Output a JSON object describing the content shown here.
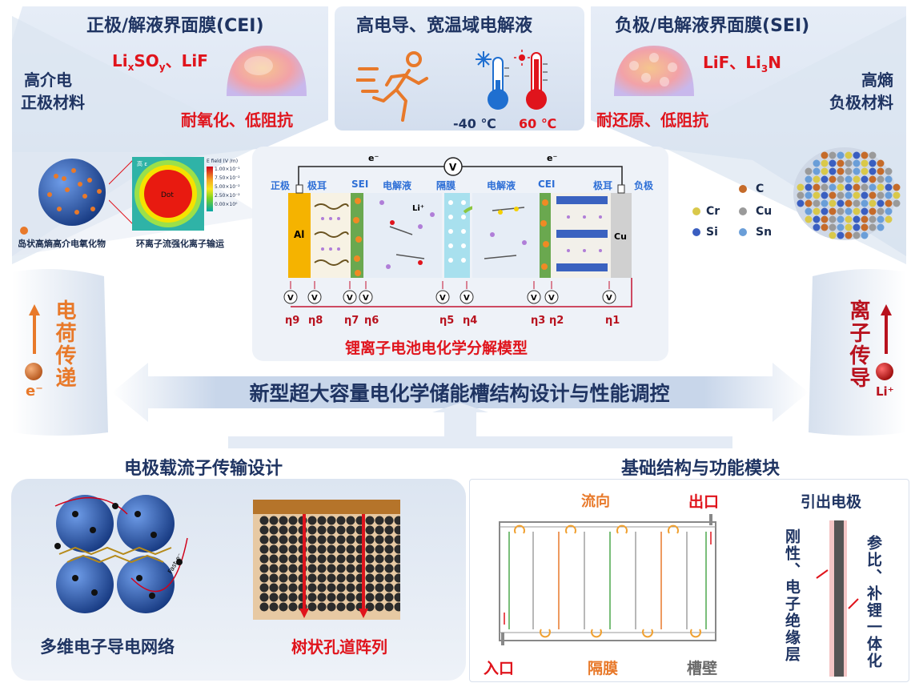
{
  "top": {
    "cei_title": "正极/解液界面膜(CEI)",
    "cei_formula_li": "Li",
    "cei_formula_x": "x",
    "cei_formula_so": "SO",
    "cei_formula_y": "y",
    "cei_formula_rest": "、LiF",
    "cei_prop": "耐氧化、低阻抗",
    "electrolyte_title": "高电导、宽温域电解液",
    "temp_low": "-40 ℃",
    "temp_high": "60 ℃",
    "sei_title": "负极/电解液界面膜(SEI)",
    "sei_formula_a": "LiF、Li",
    "sei_formula_sub": "3",
    "sei_formula_b": "N",
    "sei_prop": "耐还原、低阻抗",
    "cathode_title_1": "高介电",
    "cathode_title_2": "正极材料",
    "anode_title_1": "高熵",
    "anode_title_2": "负极材料",
    "cathode_caption_1": "岛状高熵高介电氧化物",
    "cathode_caption_2": "环离子流强化离子输运",
    "efield_title": "E field (V /m)",
    "efield_ticks": [
      "1.00×10⁻¹",
      "7.50×10⁻²",
      "5.00×10⁻²",
      "2.50×10⁻²",
      "0.00×10⁰"
    ],
    "dot_label": "Dot",
    "anode_legend": [
      "C",
      "Cr",
      "Cu",
      "Si",
      "Sn"
    ]
  },
  "model": {
    "title": "锂离子电池电化学分解模型",
    "electron_left": "e⁻",
    "electron_right": "e⁻",
    "v_label": "V",
    "layer_labels": [
      "正极",
      "极耳",
      "SEI",
      "电解液",
      "隔膜",
      "电解液",
      "CEI",
      "极耳",
      "负极"
    ],
    "al": "Al",
    "cu": "Cu",
    "li_ion": "Li⁺",
    "etas": [
      "η9",
      "η8",
      "η7",
      "η6",
      "η5",
      "η4",
      "η3",
      "η2",
      "η1"
    ]
  },
  "center_banner": "新型超大容量电化学储能槽结构设计与性能调控",
  "left_side": {
    "text": "电荷传递",
    "carrier": "e⁻"
  },
  "right_side": {
    "text": "离子传导",
    "carrier": "Li⁺"
  },
  "bottom_left": {
    "title": "电极载流子传输设计",
    "network_label": "多维电子导电网络",
    "array_label": "树状孔道阵列",
    "fast_label": "Fast e⁻"
  },
  "bottom_right": {
    "title": "基础结构与功能模块",
    "flow": "流向",
    "outlet": "出口",
    "inlet": "入口",
    "separator": "隔膜",
    "wall": "槽壁",
    "lead": "引出电极",
    "left_vertical": "刚性、电子绝缘层",
    "right_vertical": "参比、补锂一体化"
  },
  "colors": {
    "title_navy": "#1f3462",
    "red": "#e0141c",
    "orange": "#e8792a",
    "blue_label": "#2e6fd6"
  }
}
